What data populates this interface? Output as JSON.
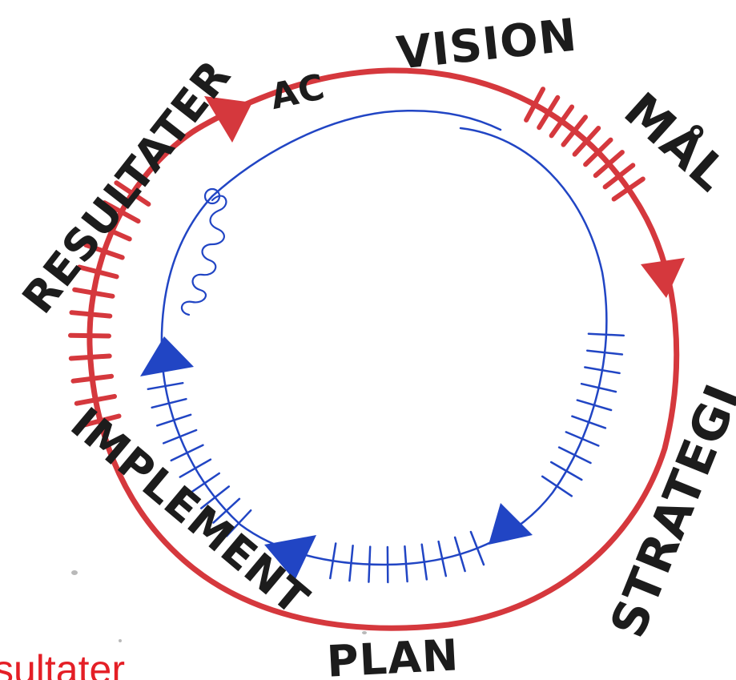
{
  "colors": {
    "outer_cycle": "#d5383d",
    "inner_cycle": "#2145c4",
    "ink": "#1c1c1c",
    "caption": "#e41f26"
  },
  "labels": {
    "vision": "VISION",
    "mal": "MÅL",
    "strategi": "STRATEGI",
    "plan": "PLAN",
    "implement": "IMPLEMENT",
    "resultater": "RESULTATER",
    "ac": "AC"
  },
  "caption": "sultater"
}
